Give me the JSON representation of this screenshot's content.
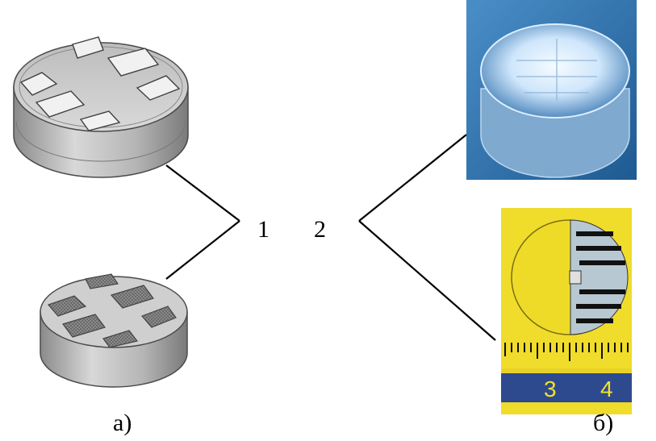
{
  "callouts": {
    "one": "1",
    "two": "2"
  },
  "captions": {
    "a": "а)",
    "b": "б)"
  },
  "ruler": {
    "numbers": [
      "3",
      "4"
    ]
  },
  "colors": {
    "metal_light": "#dcdcdc",
    "metal_mid": "#a9a9a9",
    "metal_dark": "#6e6e6e",
    "photo_blue": "#2d6fa8",
    "photo_glow": "#e8f4ff",
    "board_yellow": "#f3e22a",
    "ruler_blue": "#2e4a8f"
  }
}
